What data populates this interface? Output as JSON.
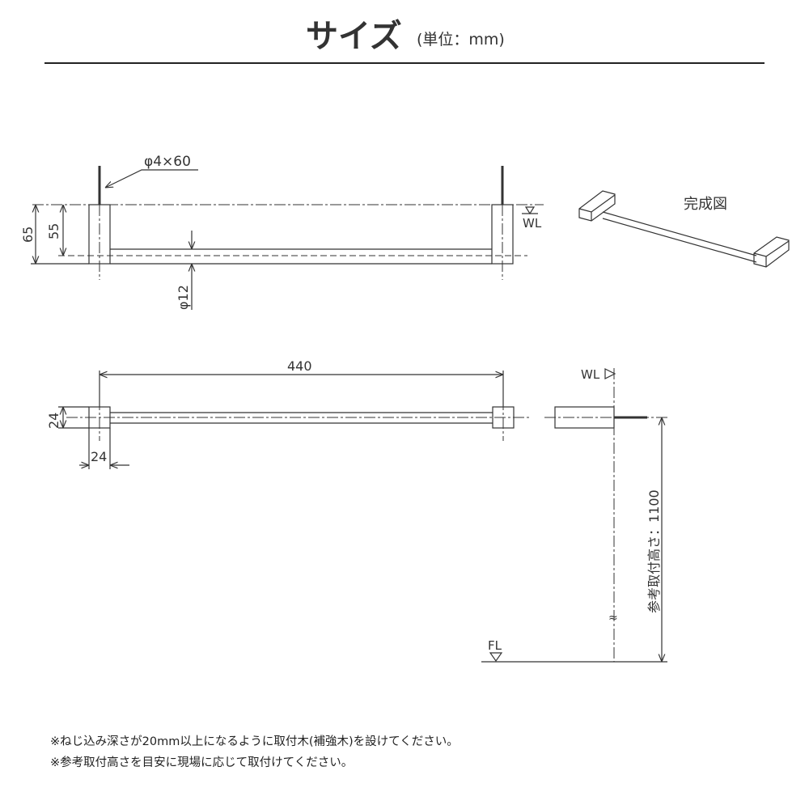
{
  "header": {
    "title": "サイズ",
    "unit": "(単位：mm)"
  },
  "top_view": {
    "screw_label": "φ4×60",
    "dim_65": "65",
    "dim_55": "55",
    "dim_pipe": "φ12",
    "wl_label": "WL"
  },
  "iso_view": {
    "label": "完成図"
  },
  "front_view": {
    "dim_width": "440",
    "dim_block_height": "24",
    "dim_block_width": "24"
  },
  "side_view": {
    "wl_label": "WL",
    "fl_label": "FL",
    "height_label": "参考取付高さ：1100",
    "break_symbol": "≈"
  },
  "notes": [
    "※ねじ込み深さが20mm以上になるように取付木(補強木)を設けてください。",
    "※参考取付高さを目安に現場に応じて取付けてください。"
  ]
}
